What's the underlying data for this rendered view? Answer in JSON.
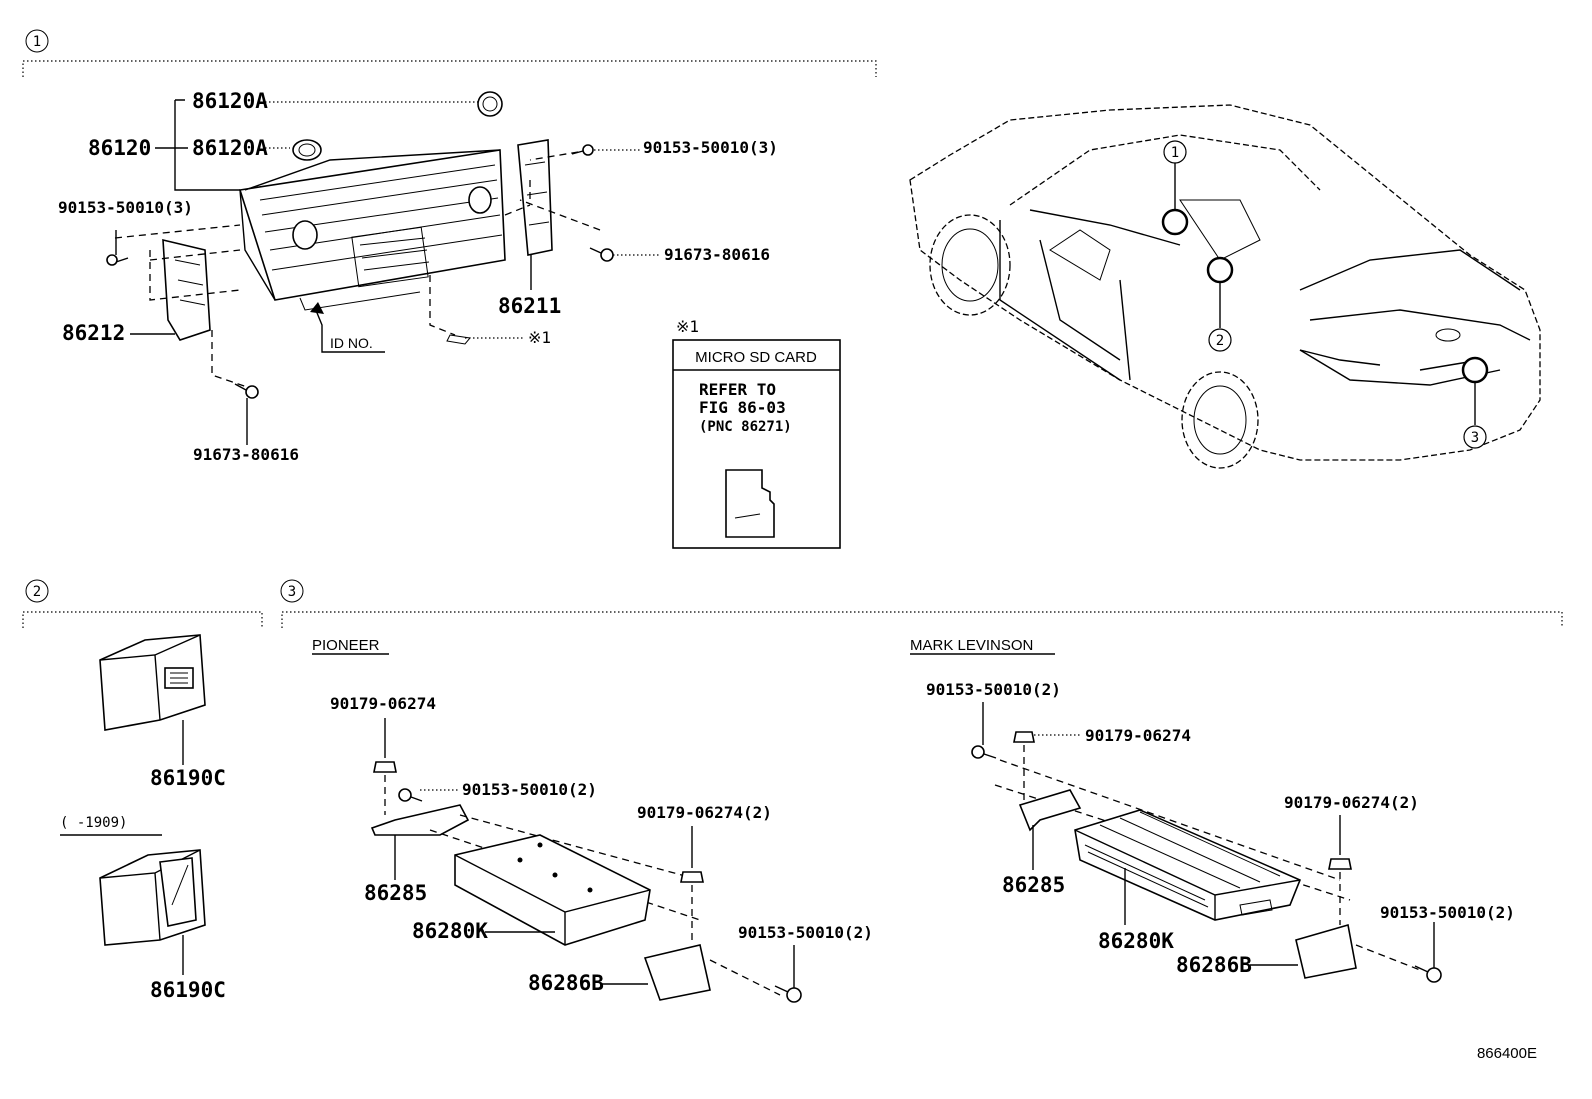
{
  "sections": [
    {
      "number": "1"
    },
    {
      "number": "2"
    },
    {
      "number": "3"
    }
  ],
  "section1": {
    "labels": {
      "p86120": "86120",
      "p86120A_top": "86120A",
      "p86120A_mid": "86120A",
      "screw_top_right": "90153-50010(3)",
      "screw_left": "90153-50010(3)",
      "bolt_right": "91673-80616",
      "bolt_bottom": "91673-80616",
      "bracket_right": "86211",
      "bracket_left": "86212",
      "id_no": "ID NO.",
      "ref_mark": "※1"
    }
  },
  "sdcard": {
    "mark": "※1",
    "title": "MICRO SD CARD",
    "line1": "REFER TO",
    "line2": "FIG 86-03",
    "line3": "(PNC 86271)"
  },
  "car": {
    "callouts": [
      "1",
      "2",
      "3"
    ]
  },
  "section2": {
    "part_top": "86190C",
    "date_range": "(      -1909)",
    "part_bottom": "86190C"
  },
  "section3": {
    "pioneer": {
      "title": "PIONEER",
      "nut_top": "90179-06274",
      "screw_mid": "90153-50010(2)",
      "nut_right": "90179-06274(2)",
      "bracket": "86285",
      "amp": "86280K",
      "screw_right": "90153-50010(2)",
      "bracket_b": "86286B"
    },
    "mark_levinson": {
      "title": "MARK LEVINSON",
      "screw_top": "90153-50010(2)",
      "nut_top": "90179-06274",
      "nut_right": "90179-06274(2)",
      "screw_right": "90153-50010(2)",
      "bracket": "86285",
      "amp": "86280K",
      "bracket_b": "86286B"
    }
  },
  "figure_code": "866400E"
}
